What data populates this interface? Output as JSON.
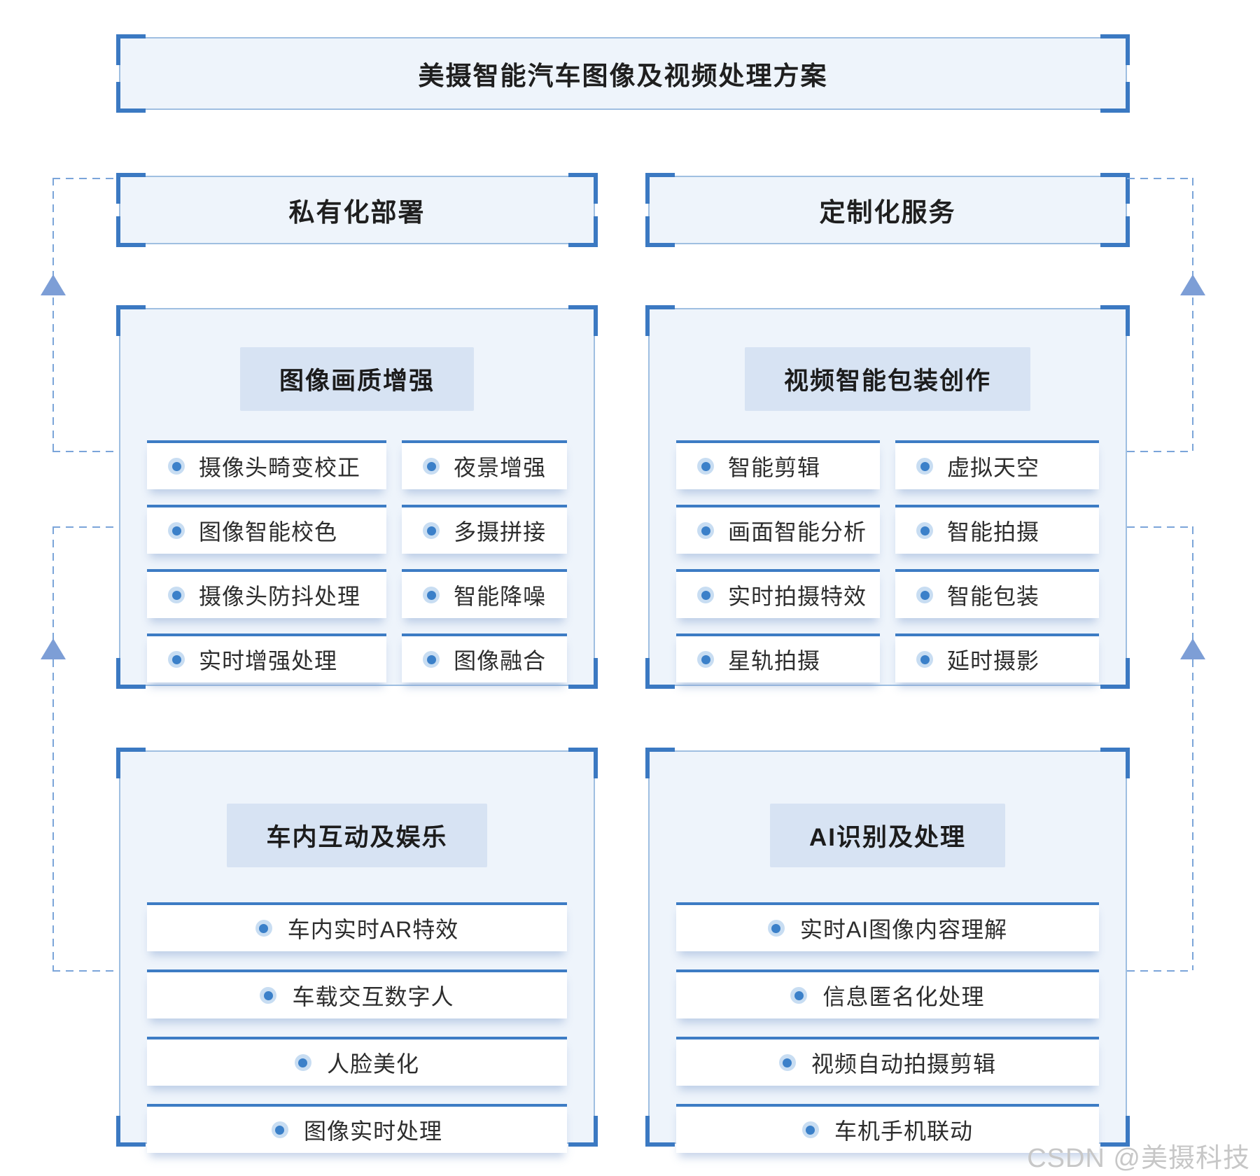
{
  "page": {
    "title": "美摄智能汽车图像及视频处理方案",
    "watermark": "CSDN @美摄科技"
  },
  "deployment_boxes": [
    {
      "label": "私有化部署"
    },
    {
      "label": "定制化服务"
    }
  ],
  "sections": [
    {
      "title": "图像画质增强",
      "items": [
        "摄像头畸变校正",
        "夜景增强",
        "图像智能校色",
        "多摄拼接",
        "摄像头防抖处理",
        "智能降噪",
        "实时增强处理",
        "图像融合"
      ]
    },
    {
      "title": "视频智能包装创作",
      "items": [
        "智能剪辑",
        "虚拟天空",
        "画面智能分析",
        "智能拍摄",
        "实时拍摄特效",
        "智能包装",
        "星轨拍摄",
        "延时摄影"
      ]
    },
    {
      "title": "车内互动及娱乐",
      "items": [
        "车内实时AR特效",
        "车载交互数字人",
        "人脸美化",
        "图像实时处理"
      ]
    },
    {
      "title": "AI识别及处理",
      "items": [
        "实时AI图像内容理解",
        "信息匿名化处理",
        "视频自动拍摄剪辑",
        "车机手机联动"
      ]
    }
  ],
  "colors": {
    "box_fill": "#eef4fb",
    "box_border": "#9fbfe1",
    "corner_bracket": "#3b79c2",
    "chip_bg": "#d7e3f3",
    "item_top_border": "#3d7cc4",
    "bullet_dot": "#3b80c9",
    "bullet_halo": "#c8ddf2",
    "dashed_line": "#7ba5d9",
    "arrow": "#7d9ed6",
    "watermark_text": "#c7c7c7"
  }
}
